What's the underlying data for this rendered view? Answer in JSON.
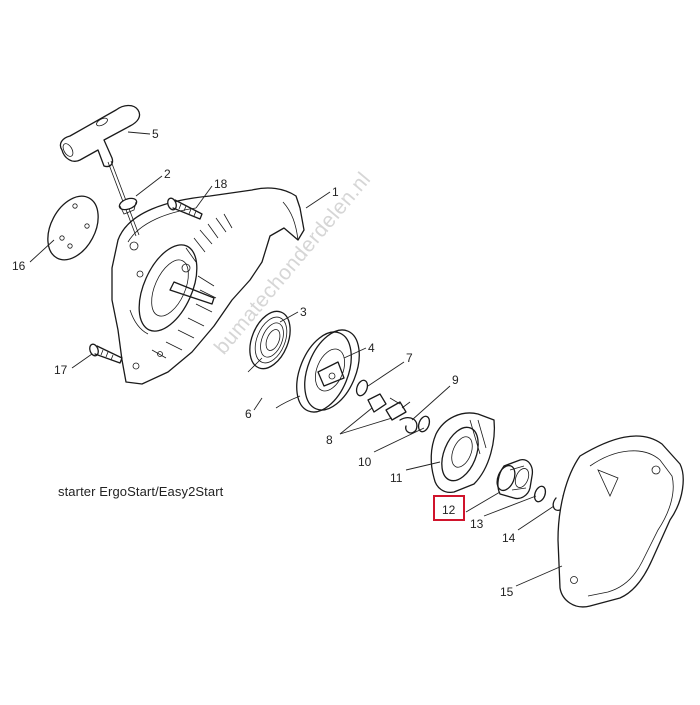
{
  "watermark": "bumatechonderdelen.nl",
  "caption": "starter ErgoStart/Easy2Start",
  "highlighted_part": "12",
  "callouts": [
    "1",
    "2",
    "3",
    "4",
    "5",
    "6",
    "7",
    "8",
    "9",
    "10",
    "11",
    "12",
    "13",
    "14",
    "15",
    "16",
    "17",
    "18"
  ]
}
